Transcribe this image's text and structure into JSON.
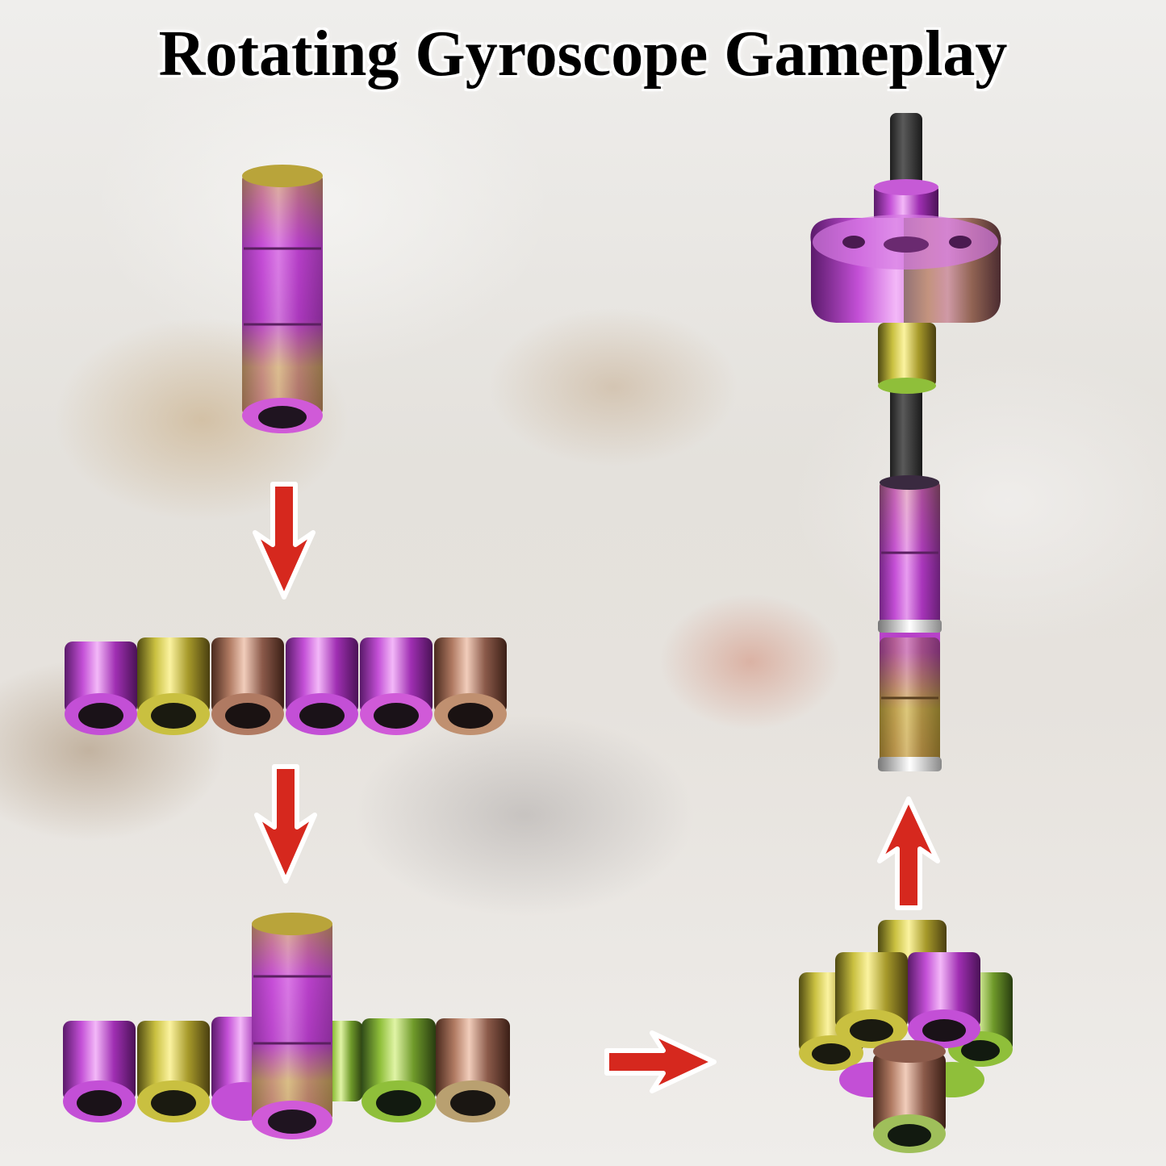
{
  "title": "Rotating Gyroscope Gameplay",
  "colors": {
    "arrow": "#d6281e",
    "purple": "#b03ac0",
    "gold": "#c8b43a",
    "rod": "#333333"
  },
  "steps": [
    {
      "name": "stacked-column",
      "arrow_after": "down"
    },
    {
      "name": "row-of-rings",
      "arrow_after": "down"
    },
    {
      "name": "cross-shape",
      "arrow_after": "right"
    },
    {
      "name": "cluster-shape",
      "arrow_after": "up"
    },
    {
      "name": "gyroscope-on-rod"
    }
  ]
}
